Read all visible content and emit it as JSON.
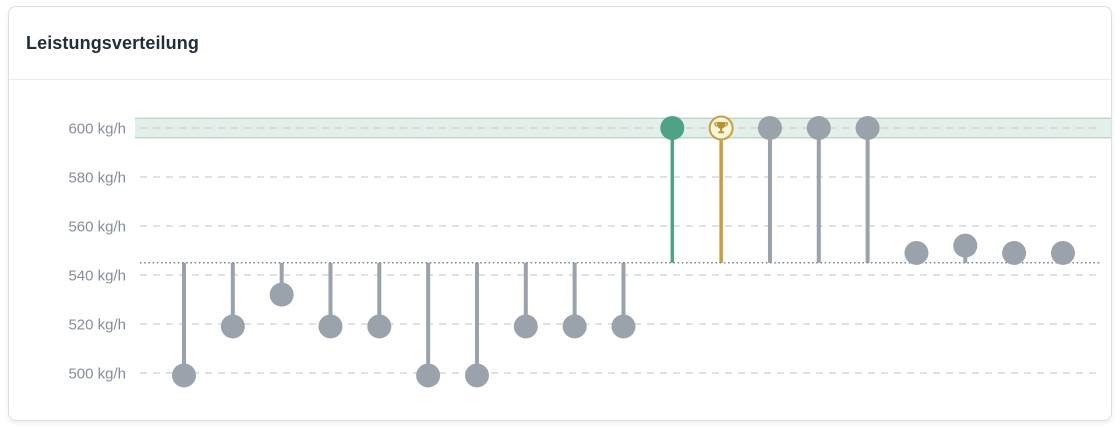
{
  "card": {
    "title": "Leistungsverteilung"
  },
  "chart_data": {
    "type": "lollipop",
    "title": "Leistungsverteilung",
    "unit": "kg/h",
    "xlabel": "",
    "ylabel": "",
    "ylim": [
      490,
      612
    ],
    "grid": "dashed-horizontal",
    "legend": "none",
    "y_ticks": [
      {
        "value": 600,
        "label": "600 kg/h"
      },
      {
        "value": 580,
        "label": "580 kg/h"
      },
      {
        "value": 560,
        "label": "560 kg/h"
      },
      {
        "value": 540,
        "label": "540 kg/h"
      },
      {
        "value": 520,
        "label": "520 kg/h"
      },
      {
        "value": 500,
        "label": "500 kg/h"
      }
    ],
    "baseline": {
      "value": 545,
      "style": "dotted"
    },
    "target_band": {
      "from": 596,
      "to": 604,
      "center": 600
    },
    "colors": {
      "point_default": "#9aa2ac",
      "point_highlight": "#4fa287",
      "best_stroke": "#c79f3c",
      "best_fill": "#fcf6df",
      "trophy": "#b9912e",
      "band_fill": "#e3f0e9",
      "band_edge": "#a9d2bc",
      "grid_dash": "#c6d0db",
      "baseline_dot": "#7e8896",
      "tick_label": "#848e9a"
    },
    "points": [
      {
        "value": 499,
        "type": "default"
      },
      {
        "value": 519,
        "type": "default"
      },
      {
        "value": 532,
        "type": "default"
      },
      {
        "value": 519,
        "type": "default"
      },
      {
        "value": 519,
        "type": "default"
      },
      {
        "value": 499,
        "type": "default"
      },
      {
        "value": 499,
        "type": "default"
      },
      {
        "value": 519,
        "type": "default"
      },
      {
        "value": 519,
        "type": "default"
      },
      {
        "value": 519,
        "type": "default"
      },
      {
        "value": 600,
        "type": "highlight"
      },
      {
        "value": 600,
        "type": "best"
      },
      {
        "value": 600,
        "type": "default"
      },
      {
        "value": 600,
        "type": "default"
      },
      {
        "value": 600,
        "type": "default"
      },
      {
        "value": 549,
        "type": "default"
      },
      {
        "value": 552,
        "type": "default"
      },
      {
        "value": 549,
        "type": "default"
      },
      {
        "value": 549,
        "type": "default"
      }
    ]
  }
}
